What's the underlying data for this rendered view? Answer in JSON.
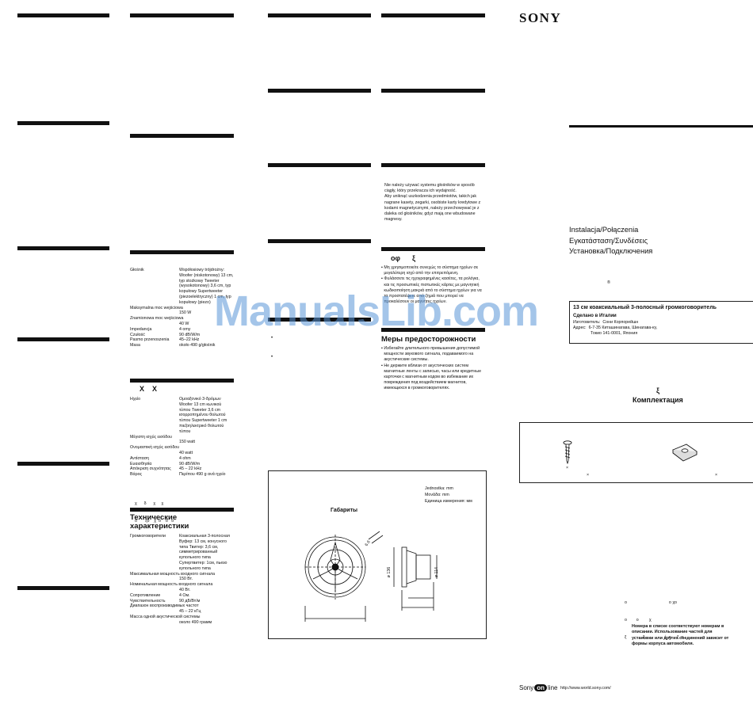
{
  "brand": "SONY",
  "install_titles": [
    "Instalacja/Połączenia",
    "Εγκατάσταση/Συνδέσεις",
    "Установка/Подключения"
  ],
  "registered_mark": "®",
  "product_box": {
    "title": "13 см коаксиальный 3-полосный громкоговоритель",
    "made_in": "Сделано в Италии",
    "maker": "Изготовитель:  Сони Корпорейшн",
    "address": "Адрес:  6-7-35 Киташинагава, Шинагава-ку,",
    "city": "Токио 141-0001, Япония"
  },
  "parts": {
    "symbol": "ξ",
    "title": "Комплектация",
    "screw_mark": "×",
    "mark2": "×",
    "mark3": "×"
  },
  "parts_note": {
    "garbled1": "ο                                    ο χο",
    "garbled2": "ο        ο         χ",
    "garbled3": "ξ              ξ                 έ  ο     ξ  ο",
    "text": "Номера в списке соответствуют номерам в описании. Использование частей для установки или других соединений зависит от формы корпуса автомобиля."
  },
  "footer": {
    "logo_a": "Sony",
    "logo_b": "on",
    "logo_c": "line",
    "url": "http://www.world.sony.com/"
  },
  "polish_notes": "Nie należy używać systemu głośników w sposób ciągły, który przekracza ich wydajność.\nAby uniknąć uszkodzenia przedmiotów, takich jak nagrane kasety, zegarki, osobiste karty kredytowe z kodami magnetycznymi, należy przechowywać je z daleka od głośników, gdyż mają one wbudowane magnesy.",
  "greek_heading": "οφ      ξ",
  "greek_notes": [
    "Μη χρησιμοποιείτε συνεχώς το σύστημα ηχείων σε μεγαλύτερη ισχύ από την επιτρεπόμενη.",
    "Φυλάσσετε τις ηχογραφημένες κασέτες, τα ρολόγια, και τις προσωπικές πιστωτικές κάρτες με μαγνητική κωδικοποίηση μακριά από το σύστημα ηχείων για να τα προστατέψετε από ζημιά που μπορεί να προκαλέσουν οι μαγνήτες ηχείων."
  ],
  "russian_precautions": {
    "title": "Меры предосторожности",
    "items": [
      "Избегайте длительного превышения допустимой мощности звукового сигнала, подаваемого на акустические системы.",
      "Не держите вблизи от акустических систем магнитные ленты с записью, часы или кредитные карточки с магнитным кодом во избежание их повреждения под воздействием магнитов, имеющихся в громкоговорителях."
    ]
  },
  "bullets_left": [
    "•",
    "•"
  ],
  "diagram": {
    "title": "Габариты",
    "unit_pl": "Jednostka: mm",
    "unit_gr": "Μονάδα: mm",
    "unit_ru": "Единица измерения: мм",
    "dims": [
      "6.6",
      "ø 136",
      "ø 114"
    ]
  },
  "spec_pl": [
    [
      "Głośnik",
      "Współosiowy trójdrożny: Woofer (niskotonowy) 13 cm, typ stożkowy Tweeter (wysokotonowy) 3,6 cm, typ kopułowy Supertweeter (piezoelektryczny) 1 cm, typ kopułowy (piezo)"
    ],
    [
      "Maksymalna moc wejściowa",
      "150 W"
    ],
    [
      "Znamionowa moc wejściowa",
      "40 W"
    ],
    [
      "Impedancja",
      "4 omy"
    ],
    [
      "Czułość",
      "90 dB/W/m"
    ],
    [
      "Pasmo przenoszenia",
      "45–22 kHz"
    ],
    [
      "Masa",
      "około 490 g/głośnik"
    ]
  ],
  "greek_spec_heading": "Χ    Χ",
  "spec_gr": [
    [
      "Ηχείο",
      "Ομοαξονικό 3-δρόμων Woofer 13 cm κωνικού τύπου Tweeter 3,6 cm ισορροπημένου θολωτού τύπου Supertweeter 1 cm πιεζοηλεκτρικό θολωτού τύπου"
    ],
    [
      "Μέγιστη ισχύς εισόδου",
      "150 watt"
    ],
    [
      "Ονομαστική ισχύς εισόδου",
      "40 watt"
    ],
    [
      "Αντίσταση",
      "4 ohm"
    ],
    [
      "Ευαισθησία",
      "90 dB/W/m"
    ],
    [
      "Απόκριση συχνότητας",
      "45 – 22 kHz"
    ],
    [
      "Βάρος",
      "Περίπου 490 g ανά ηχείο"
    ]
  ],
  "greek_spec_footer": [
    "χ      δ      χ     χ",
    "ο       ξο    χ  ο    ο   ο"
  ],
  "ru_spec_title": "Технические характеристики",
  "spec_ru": [
    [
      "Громкоговорители",
      "Коаксиальная 3-полосная Вуфер: 13 см, конусного типа Твитер: 3,6 см, симметрированный купольного типа Супертвитер: 1см, пьезо купольного типа"
    ],
    [
      "Максимальная мощность входного сигнала",
      "150 Вт."
    ],
    [
      "Номинальная мощность входного сигнала",
      "40 Вт."
    ],
    [
      "Сопротивление",
      "4 Ом."
    ],
    [
      "Чувствительность",
      "90 дБ/Вт/м"
    ],
    [
      "Диапазон воспроизводимых частот",
      "45 – 22 кГц"
    ],
    [
      "Масса одной акустической системы",
      "около 490 грамм"
    ]
  ],
  "watermark": "ManualsLib.com",
  "colors": {
    "ink": "#111111",
    "watermark": "#5a96d7"
  }
}
